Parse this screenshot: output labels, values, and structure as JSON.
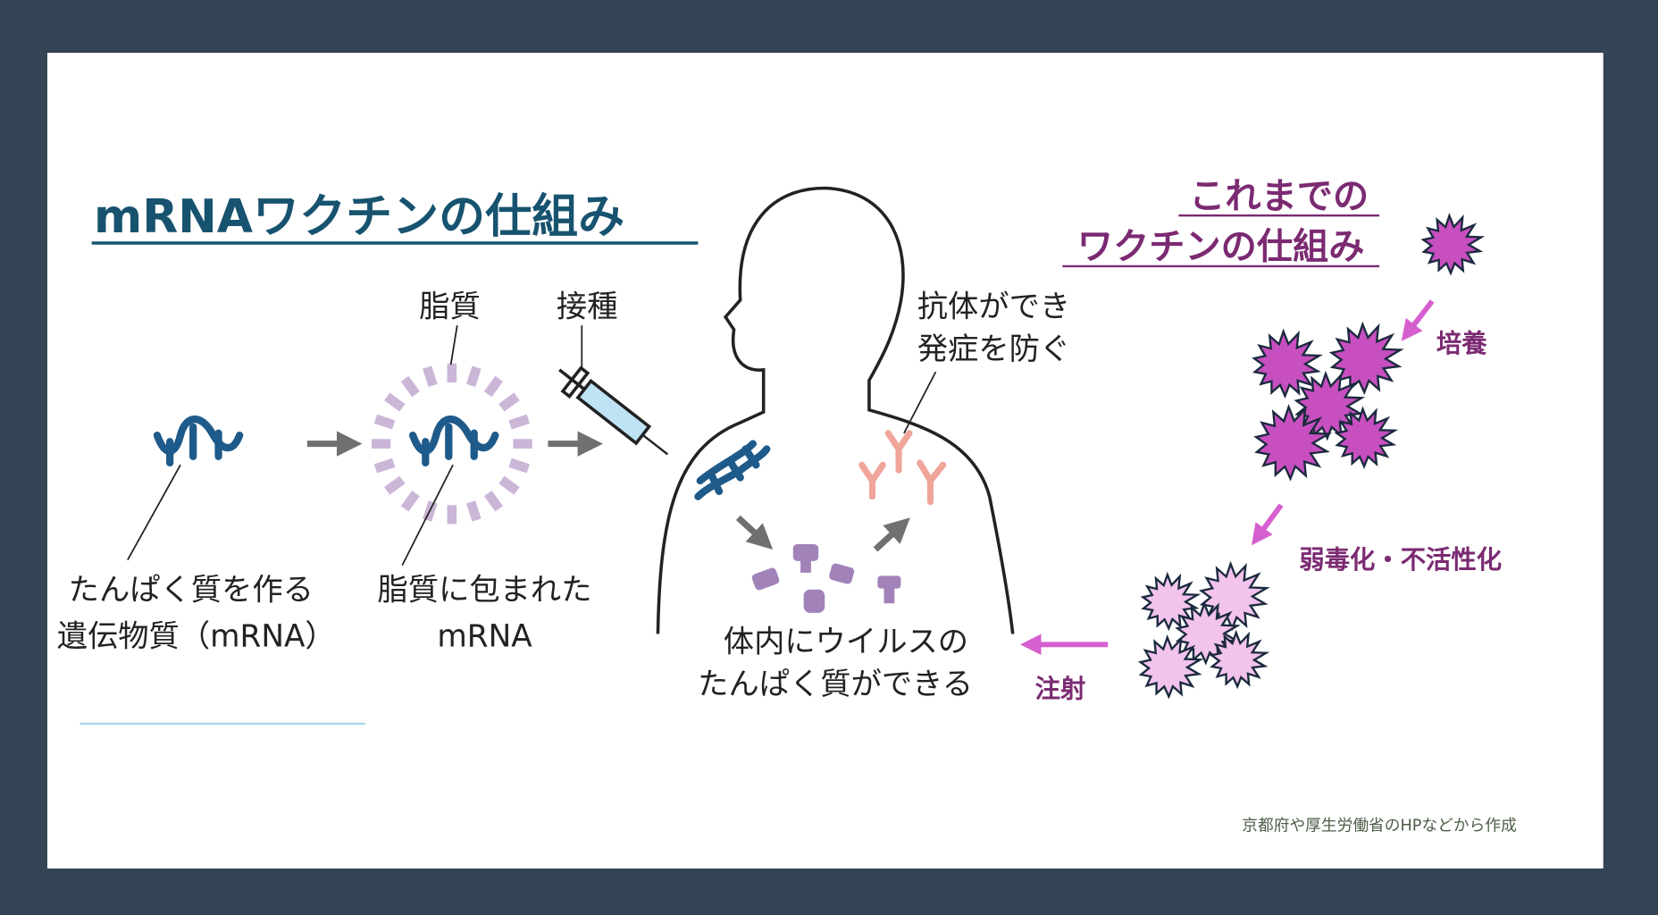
{
  "mrna_section": {
    "title": "mRNAワクチンの仕組み",
    "label_lipid": "脂質",
    "label_injection": "接種",
    "label_antibody_line1": "抗体ができ",
    "label_antibody_line2": "発症を防ぐ",
    "label_mrna_line1": "たんぱく質を作る",
    "label_mrna_line2": "遺伝物質（mRNA）",
    "label_wrapped_line1": "脂質に包まれた",
    "label_wrapped_line2": "mRNA",
    "label_protein_line1": "体内にウイルスの",
    "label_protein_line2": "たんぱく質ができる"
  },
  "traditional_section": {
    "title_line1": "これまでの",
    "title_line2": "ワクチンの仕組み",
    "step_culture": "培養",
    "step_attenuate": "弱毒化・不活性化",
    "step_inject": "注射"
  },
  "credit": "京都府や厚生労働省のHPなどから作成",
  "colors": {
    "frame": "#344454",
    "title_blue": "#17536f",
    "title_purple": "#7b2a72",
    "mrna_blue": "#1e5a8a",
    "virus_magenta": "#c84fc0",
    "virus_light": "#f2c3ec",
    "arrow_pink": "#d65fcf"
  }
}
